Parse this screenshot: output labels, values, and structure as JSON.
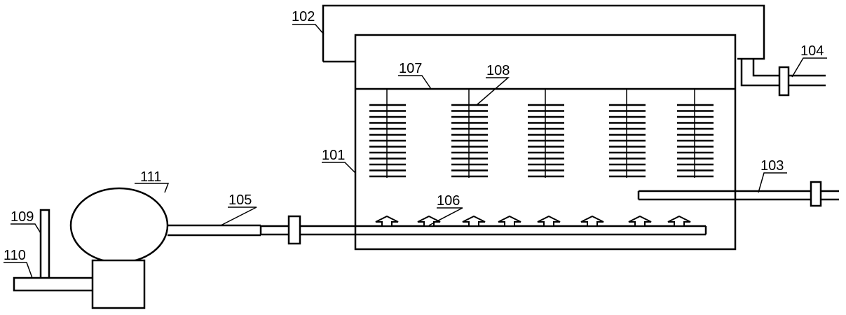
{
  "labels": {
    "l101": "101",
    "l102": "102",
    "l103": "103",
    "l104": "104",
    "l105": "105",
    "l106": "106",
    "l107": "107",
    "l108": "108",
    "l109": "109",
    "l110": "110",
    "l111": "111"
  },
  "electrode_groups": 5,
  "air_arrows": 8
}
